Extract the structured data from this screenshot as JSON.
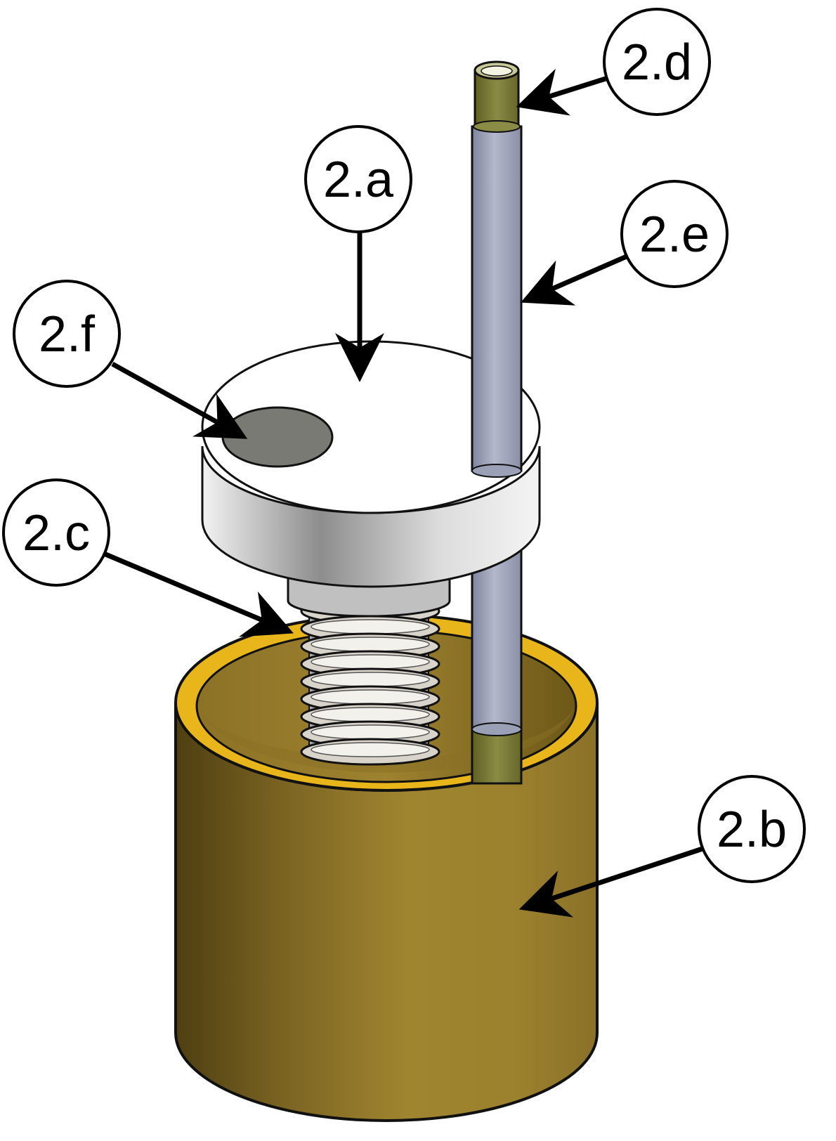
{
  "callouts": [
    {
      "id": "a",
      "label": "2.a"
    },
    {
      "id": "b",
      "label": "2.b"
    },
    {
      "id": "c",
      "label": "2.c"
    },
    {
      "id": "d",
      "label": "2.d"
    },
    {
      "id": "e",
      "label": "2.e"
    },
    {
      "id": "f",
      "label": "2.f"
    }
  ],
  "colors": {
    "cup_body": "#9b7e2e",
    "cup_rim": "#e8b61a",
    "disk_top": "#ffffff",
    "disk_side": "#c9c9c9",
    "disk_hole": "#7a7a74",
    "rod": "#9aa0b6",
    "rod_tip": "#7c7d38",
    "spring": "#d5d0c8",
    "outline": "#111111"
  }
}
